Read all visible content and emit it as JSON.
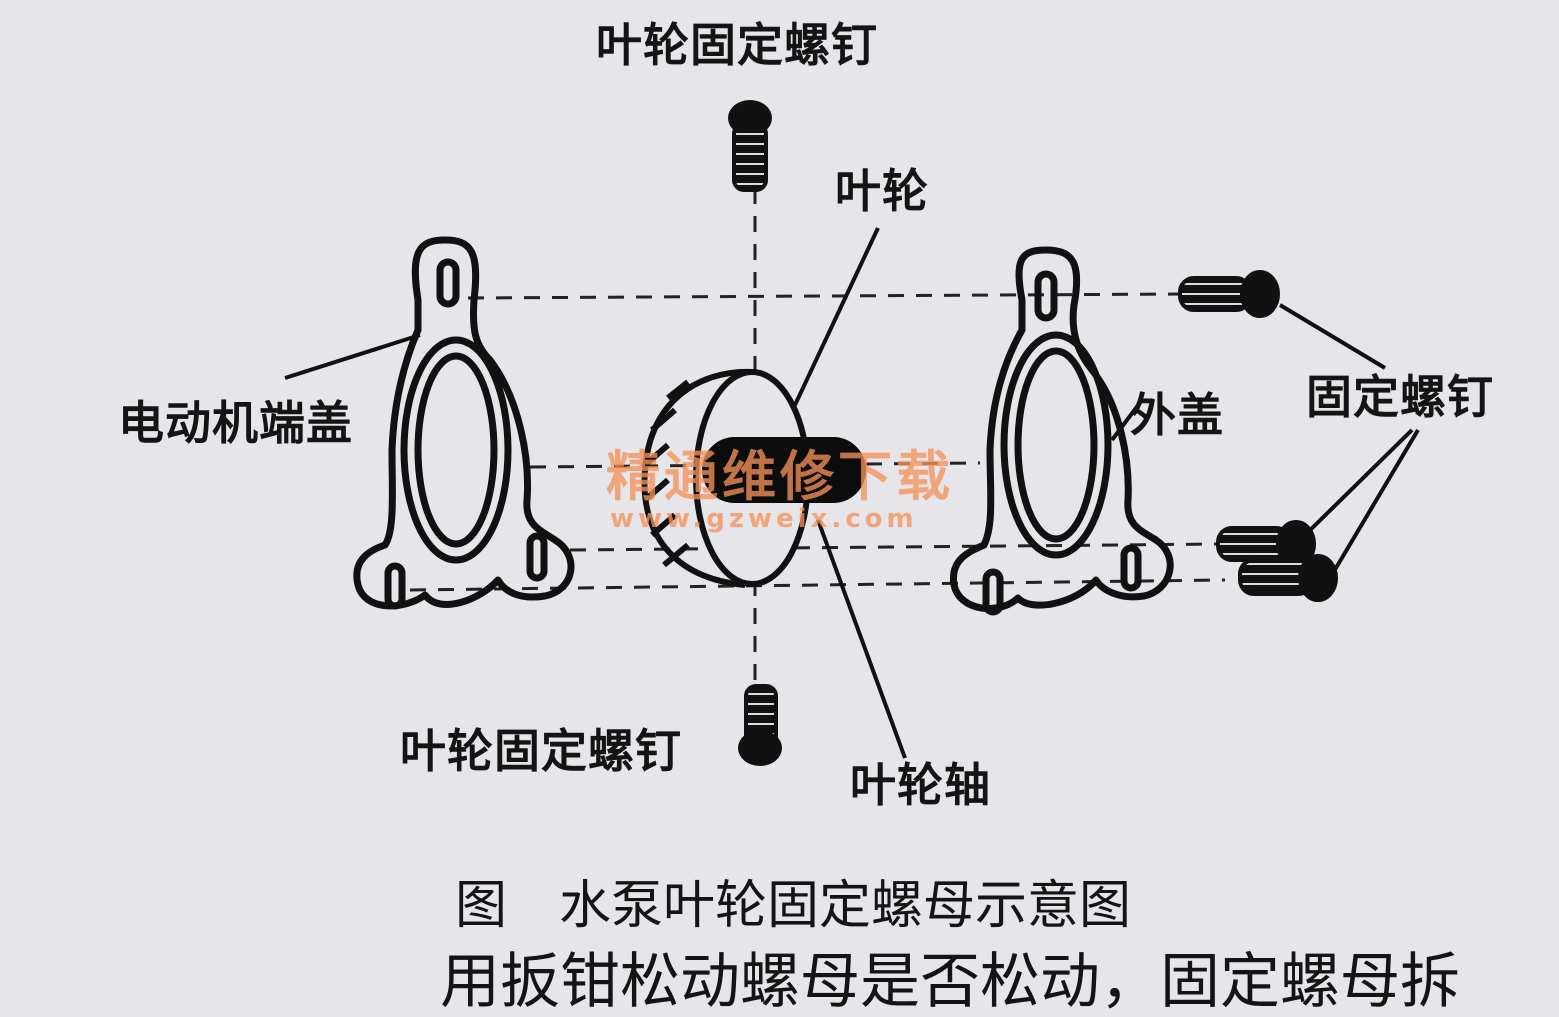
{
  "labels": {
    "top_screw": "叶轮固定螺钉",
    "impeller": "叶轮",
    "motor_end_cover": "电动机端盖",
    "outer_cover": "外盖",
    "fixing_screws": "固定螺钉",
    "bottom_screw": "叶轮固定螺钉",
    "impeller_shaft": "叶轮轴"
  },
  "watermark": {
    "site_name": "精通维修下载",
    "url": "www.gzweix.com"
  },
  "caption": "图　水泵叶轮固定螺母示意图",
  "cut_off_text": "用扳钳松动螺母是否松动，固定螺母拆"
}
